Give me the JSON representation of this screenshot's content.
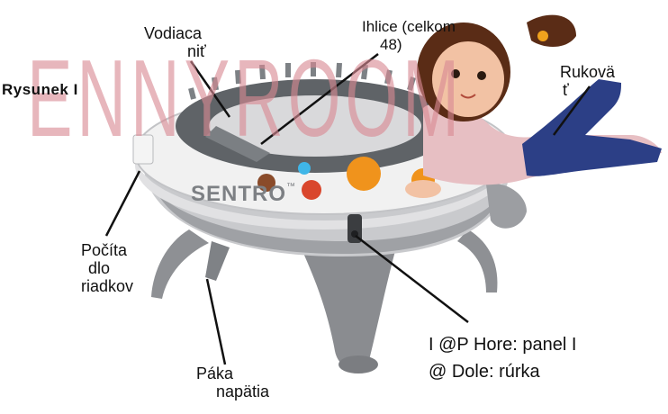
{
  "title": "Rysunek I",
  "watermark": "ENNYROOM",
  "brand": "SENTRO",
  "brand_mark": "™",
  "labels": {
    "yarn_guide": [
      "Vodiaca",
      "niť"
    ],
    "needles": [
      "Ihlice (celkom",
      "48)"
    ],
    "handle": [
      "Rukovä",
      "ť"
    ],
    "row_counter": [
      "Počíta",
      "dlo",
      "riadkov"
    ],
    "tension_lever": [
      "Páka",
      "napätia"
    ],
    "switch_up": "I @P Hore: panel I",
    "switch_down": "@ Dole: rúrka"
  },
  "colors": {
    "machine_body": "#e9e9e9",
    "machine_dark": "#8e9094",
    "needle_grey": "#6f7377",
    "ball_orange": "#f0931c",
    "ball_red": "#d9462c",
    "ball_brown": "#8a4b2a",
    "ball_blue": "#3fb6e8",
    "watermark": "#d98a94",
    "girl_shirt": "#e7bfc3",
    "girl_pants": "#2c3f86",
    "girl_hair": "#5a2c16"
  },
  "icons": [
    "girl-illustration-icon",
    "knitting-machine-icon",
    "yarn-ball-icon"
  ]
}
